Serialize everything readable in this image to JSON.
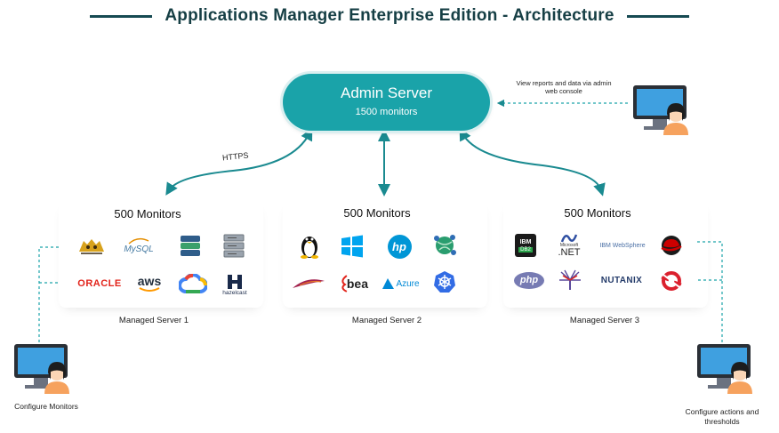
{
  "title": "Applications Manager Enterprise Edition - Architecture",
  "admin_server": {
    "name": "Admin Server",
    "monitors": "1500 monitors"
  },
  "web_console_note": "View reports and data via admin web console",
  "https_label": "HTTPS",
  "managed_servers": [
    {
      "monitors": "500 Monitors",
      "name": "Managed Server 1",
      "logos": [
        "Tomcat",
        "MySQL",
        "database-icon",
        "server-rack-icon",
        "ORACLE",
        "aws",
        "google-cloud-icon",
        "hazelcast"
      ]
    },
    {
      "monitors": "500 Monitors",
      "name": "Managed Server 2",
      "logos": [
        "linux-icon",
        "windows-icon",
        "hp",
        "network-globe-icon",
        "apache-feather-icon",
        "bea",
        "Azure",
        "kubernetes-icon"
      ]
    },
    {
      "monitors": "500 Monitors",
      "name": "Managed Server 3",
      "logos": [
        "IBM DB2",
        "Microsoft .NET",
        "IBM WebSphere",
        "redhat-icon",
        "php",
        "sun-icon",
        "NUTANIX",
        "openshift-icon"
      ]
    }
  ],
  "logo_text": {
    "mysql": "MySQL",
    "oracle": "ORACLE",
    "aws": "aws",
    "hazelcast": "hazelcast",
    "hp": "hp",
    "bea": "bea",
    "azure": "Azure",
    "ibm": "IBM",
    "db2": "DB2",
    "microsoft": "Microsoft",
    "net": ".NET",
    "websphere": "IBM WebSphere",
    "php": "php",
    "nutanix": "NUTANIX"
  },
  "configure_monitors_label": "Configure Monitors",
  "configure_actions_label": "Configure actions and thresholds",
  "colors": {
    "accent": "#1aa3a9",
    "title": "#163f45",
    "arrow": "#1a8a90"
  }
}
